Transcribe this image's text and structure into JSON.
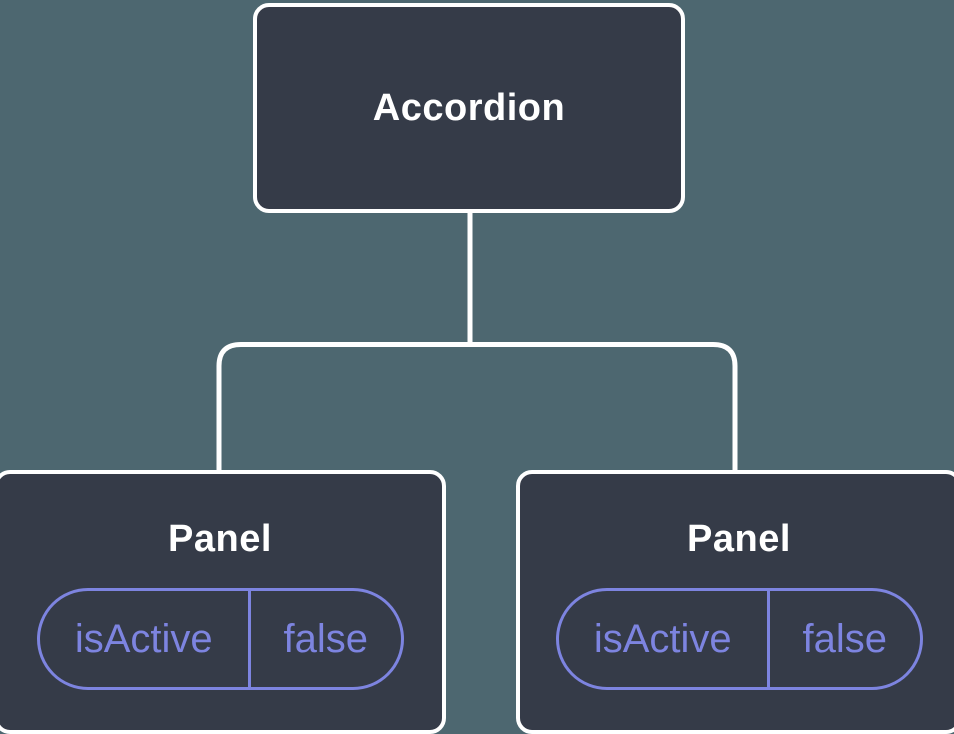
{
  "diagram": {
    "type": "component-tree",
    "colors": {
      "background": "#4d6770",
      "node_fill": "#353b48",
      "node_border": "#ffffff",
      "connector": "#ffffff",
      "state": "#7d84e0"
    },
    "root": {
      "label": "Accordion"
    },
    "children": [
      {
        "label": "Panel",
        "state": {
          "key": "isActive",
          "value": "false"
        }
      },
      {
        "label": "Panel",
        "state": {
          "key": "isActive",
          "value": "false"
        }
      }
    ]
  }
}
